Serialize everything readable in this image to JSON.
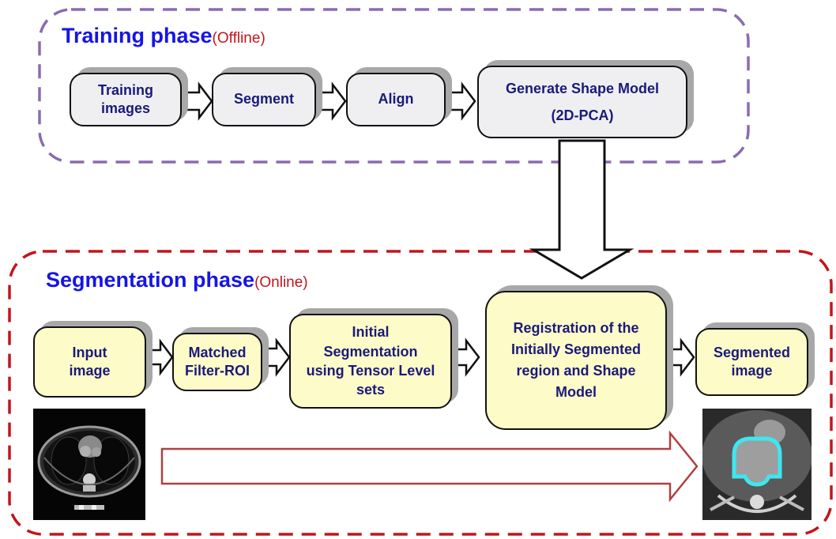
{
  "training_phase": {
    "title": "Training phase",
    "subtitle": "(Offline)",
    "steps": [
      "Training\nimages",
      "Segment",
      "Align",
      "Generate Shape Model\n(2D-PCA)"
    ]
  },
  "segmentation_phase": {
    "title": "Segmentation phase",
    "subtitle": "(Online)",
    "steps": [
      "Input\nimage",
      "Matched\nFilter-ROI",
      "Initial\nSegmentation\nusing Tensor Level\nsets",
      "Registration of the\nInitially Segmented\nregion and Shape\nModel",
      "Segmented\nimage"
    ]
  },
  "images": {
    "input_ct": "input-ct-scan",
    "output_ct": "segmented-ct-scan"
  },
  "colors": {
    "training_border": "#8a6bb0",
    "segmentation_border": "#c0161c",
    "title_blue": "#1515e6",
    "subtitle_red": "#c0161c",
    "box_text": "#1a1a7a",
    "training_fill": "#efeff2",
    "segmentation_fill": "#fdfcc8",
    "long_arrow": "#b04040"
  }
}
